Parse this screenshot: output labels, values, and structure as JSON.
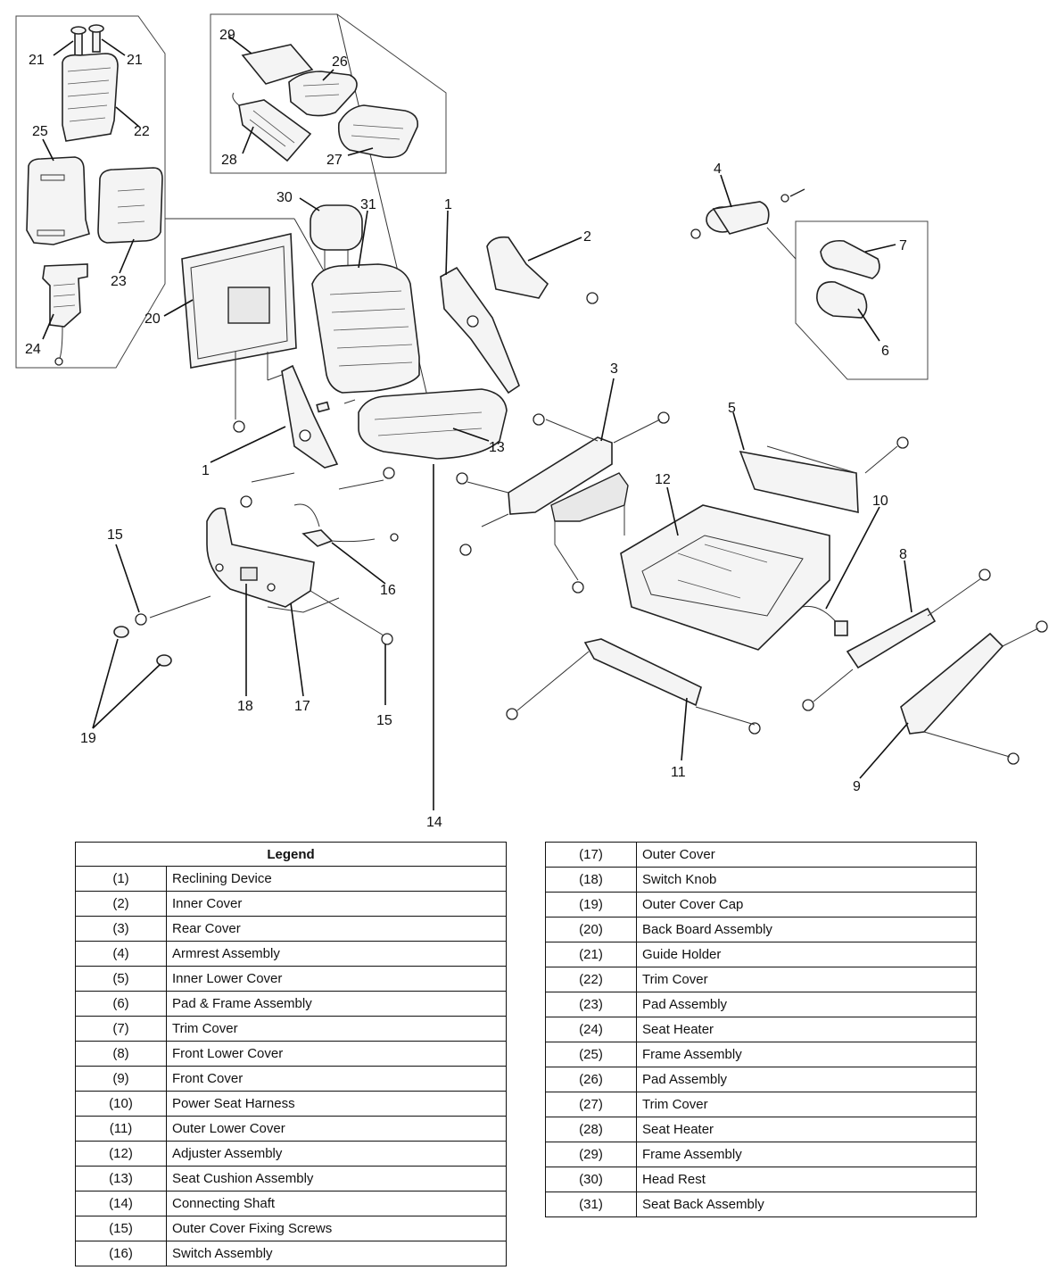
{
  "legend": {
    "title": "Legend",
    "left_rows": [
      {
        "num": "(1)",
        "name": "Reclining Device"
      },
      {
        "num": "(2)",
        "name": "Inner Cover"
      },
      {
        "num": "(3)",
        "name": "Rear Cover"
      },
      {
        "num": "(4)",
        "name": "Armrest Assembly"
      },
      {
        "num": "(5)",
        "name": "Inner Lower Cover"
      },
      {
        "num": "(6)",
        "name": "Pad & Frame Assembly"
      },
      {
        "num": "(7)",
        "name": "Trim Cover"
      },
      {
        "num": "(8)",
        "name": "Front Lower Cover"
      },
      {
        "num": "(9)",
        "name": "Front Cover"
      },
      {
        "num": "(10)",
        "name": "Power Seat Harness"
      },
      {
        "num": "(11)",
        "name": "Outer Lower Cover"
      },
      {
        "num": "(12)",
        "name": "Adjuster Assembly"
      },
      {
        "num": "(13)",
        "name": "Seat Cushion Assembly"
      },
      {
        "num": "(14)",
        "name": "Connecting Shaft"
      },
      {
        "num": "(15)",
        "name": "Outer Cover Fixing Screws"
      },
      {
        "num": "(16)",
        "name": "Switch Assembly"
      }
    ],
    "right_rows": [
      {
        "num": "(17)",
        "name": "Outer Cover"
      },
      {
        "num": "(18)",
        "name": "Switch Knob"
      },
      {
        "num": "(19)",
        "name": "Outer Cover Cap"
      },
      {
        "num": "(20)",
        "name": "Back Board Assembly"
      },
      {
        "num": "(21)",
        "name": "Guide Holder"
      },
      {
        "num": "(22)",
        "name": "Trim Cover"
      },
      {
        "num": "(23)",
        "name": "Pad Assembly"
      },
      {
        "num": "(24)",
        "name": "Seat Heater"
      },
      {
        "num": "(25)",
        "name": "Frame Assembly"
      },
      {
        "num": "(26)",
        "name": "Pad Assembly"
      },
      {
        "num": "(27)",
        "name": "Trim Cover"
      },
      {
        "num": "(28)",
        "name": "Seat Heater"
      },
      {
        "num": "(29)",
        "name": "Frame Assembly"
      },
      {
        "num": "(30)",
        "name": "Head Rest"
      },
      {
        "num": "(31)",
        "name": "Seat Back Assembly"
      }
    ]
  },
  "callouts": {
    "c1a": "1",
    "c1b": "1",
    "c2": "2",
    "c3": "3",
    "c4": "4",
    "c5": "5",
    "c6": "6",
    "c7": "7",
    "c8": "8",
    "c9": "9",
    "c10": "10",
    "c11": "11",
    "c12": "12",
    "c13": "13",
    "c14": "14",
    "c15a": "15",
    "c15b": "15",
    "c16": "16",
    "c17": "17",
    "c18": "18",
    "c19": "19",
    "c20": "20",
    "c21a": "21",
    "c21b": "21",
    "c22": "22",
    "c23": "23",
    "c24": "24",
    "c25": "25",
    "c26": "26",
    "c27": "27",
    "c28": "28",
    "c29": "29",
    "c30": "30",
    "c31": "31"
  }
}
